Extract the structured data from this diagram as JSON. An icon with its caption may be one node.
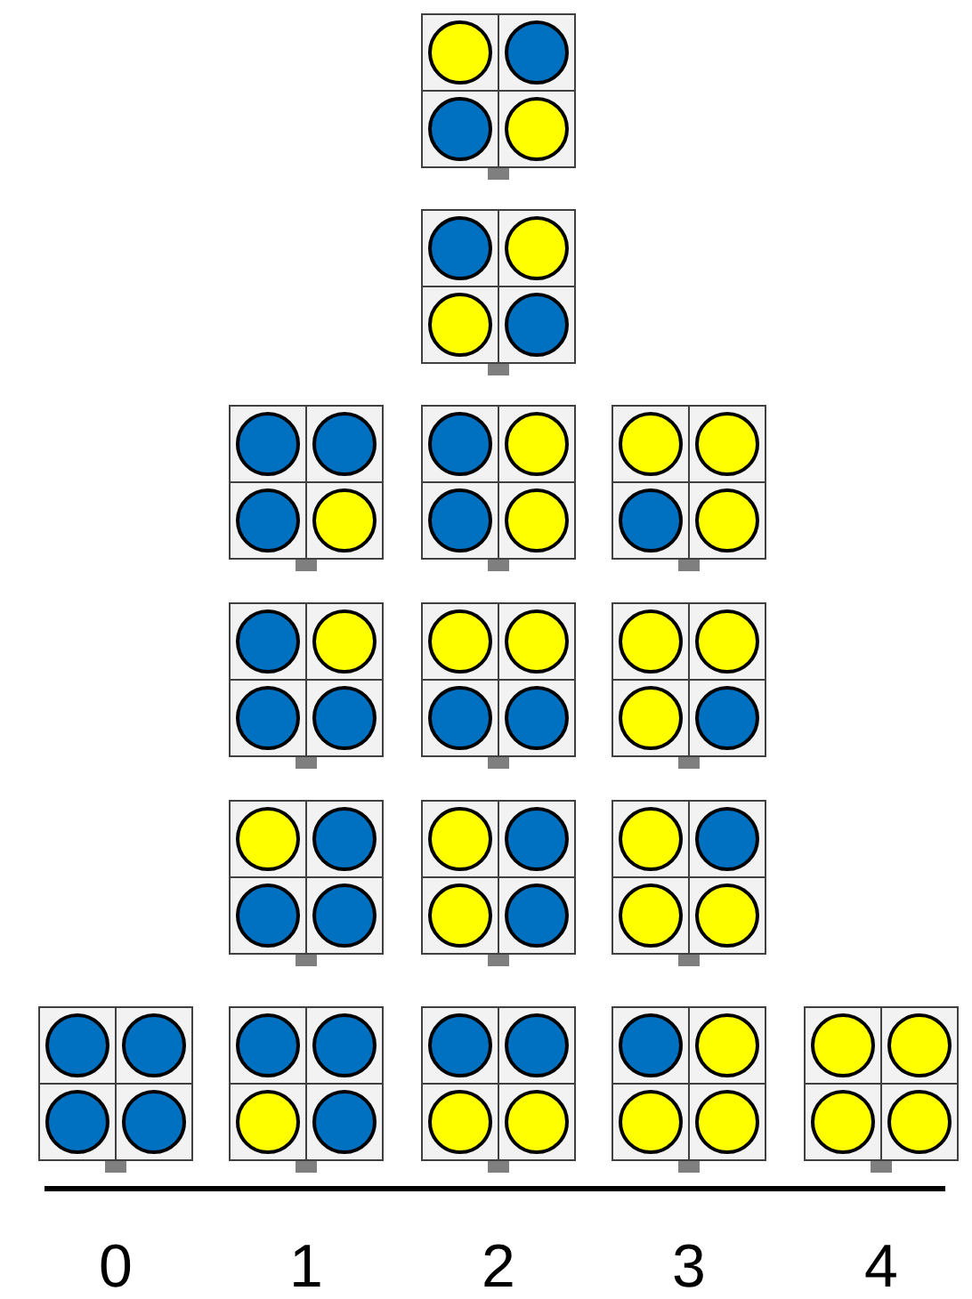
{
  "diagram": {
    "labels": [
      "0",
      "1",
      "2",
      "3",
      "4"
    ]
  }
}
